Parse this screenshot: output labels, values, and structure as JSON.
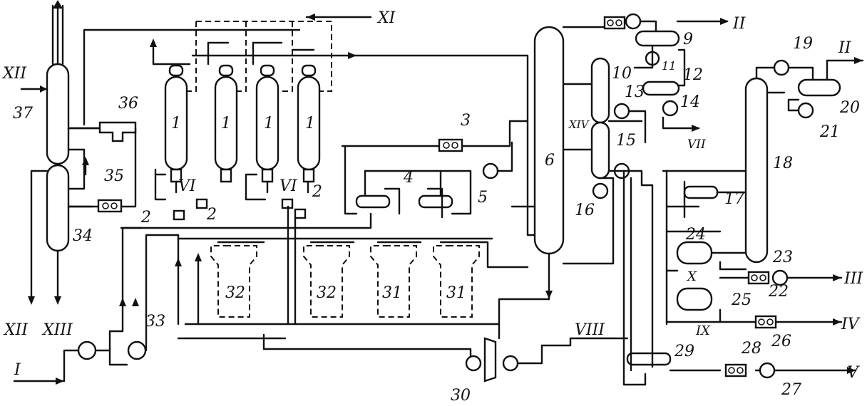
{
  "equipment_labels": {
    "reactor": "1",
    "pump_small": "2",
    "cooler_3": "3",
    "exchanger_4": "4",
    "pump_5": "5",
    "column_6": "6",
    "drum_9": "9",
    "column_10": "10",
    "v11": "11",
    "drum_12": "12",
    "pump_13": "13",
    "pump_14": "14",
    "pump_15": "15",
    "pump_16": "16",
    "exchanger_17": "17",
    "column_18": "18",
    "cooler_19": "19",
    "drum_20": "20",
    "pump_21": "21",
    "cooler_22": "22",
    "cooler_23": "23",
    "reboiler_24": "24",
    "reboiler_25": "25",
    "cooler_26": "26",
    "cooler_27": "27",
    "cooler_28": "28",
    "exchanger_29": "29",
    "pump_30": "30",
    "furnace_31": "31",
    "furnace_32": "32",
    "pump_33": "33",
    "column_34": "34",
    "cooler_35": "35",
    "vessel_36": "36",
    "column_37": "37"
  },
  "stream_labels": {
    "s_I": "I",
    "s_II_a": "II",
    "s_II_b": "II",
    "s_III": "III",
    "s_IV": "IV",
    "s_V": "V",
    "s_VI_a": "VI",
    "s_VI_b": "VI",
    "s_VII": "VII",
    "s_VIII": "VIII",
    "s_IX": "IX",
    "s_X": "X",
    "s_XI": "XI",
    "s_XII_in": "XII",
    "s_XII_out": "XII",
    "s_XIII": "XIII",
    "s_XIV": "XIV"
  }
}
